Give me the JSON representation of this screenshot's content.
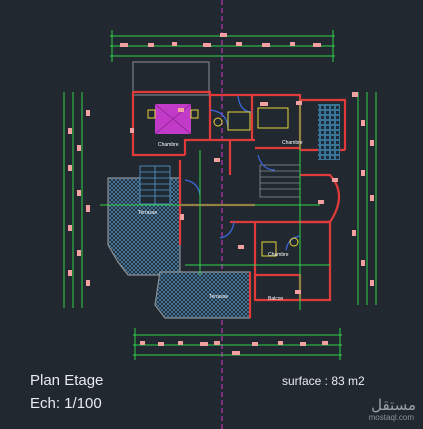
{
  "drawing": {
    "title": "Plan Etage",
    "scale": "Ech: 1/100",
    "surface": "surface :  83 m2"
  },
  "rooms": {
    "chambre_1": "Chambre",
    "chambre_2": "Chambre",
    "chambre_3": "Chambre",
    "terrasse_1": "Terrasse",
    "terrasse_2": "Terrasse",
    "balcon": "Balcon"
  },
  "watermark": {
    "brand_ar": "مستقل",
    "brand_latin": "mostaql.com"
  },
  "colors": {
    "background": "#212830",
    "walls": "#e03a3a",
    "dimension_lines": "#2fd24a",
    "axis": "#d63ad6",
    "bed": "#c23ac8",
    "hatch": "#5a9ccf",
    "dimension_text": "#f2a0a0",
    "label_text": "#ffffff"
  }
}
